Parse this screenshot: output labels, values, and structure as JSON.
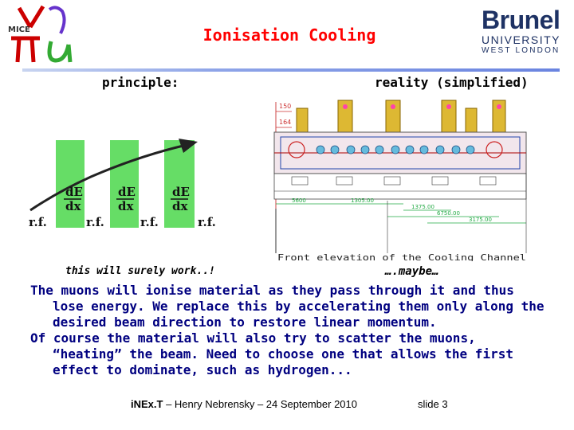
{
  "slide": {
    "title": "Ionisation Cooling",
    "principle_label": "principle:",
    "reality_label": "reality (simplified)",
    "caption_left": "this will surely work..!",
    "caption_right": "….maybe…",
    "paragraphs": [
      "The muons will ionise material as they pass through it and thus lose energy. We replace this by accelerating them only along the desired beam direction to restore linear momentum.",
      "Of course the material will also try to scatter the muons, “heating” the beam. Need to choose one that allows the first effect to dominate, such as hydrogen..."
    ],
    "footer_bold": "iNEx.T",
    "footer_rest": " – Henry Nebrensky – 24 September 2010",
    "slide_number": "slide 3"
  },
  "logo_brunel": {
    "name": "Brunel",
    "line1": "UNIVERSITY",
    "line2": "WEST LONDON",
    "color": "#1e3264"
  },
  "logo_mice": {
    "text": "MICE",
    "colors": [
      "#cc0000",
      "#6633cc",
      "#33aa33"
    ]
  },
  "principle_diagram": {
    "rf_label": "r.f.",
    "dedx_top": "dE",
    "dedx_bottom": "dx",
    "absorber_color": "#66dd66"
  },
  "reality_diagram": {
    "labels": [
      "150",
      "164",
      "5600",
      "1305.00",
      "1375.00",
      "6750.00",
      "3175.00"
    ],
    "caption": "Front elevation of the Cooling Channel"
  },
  "colors": {
    "title": "#ff0000",
    "body": "#000080"
  }
}
